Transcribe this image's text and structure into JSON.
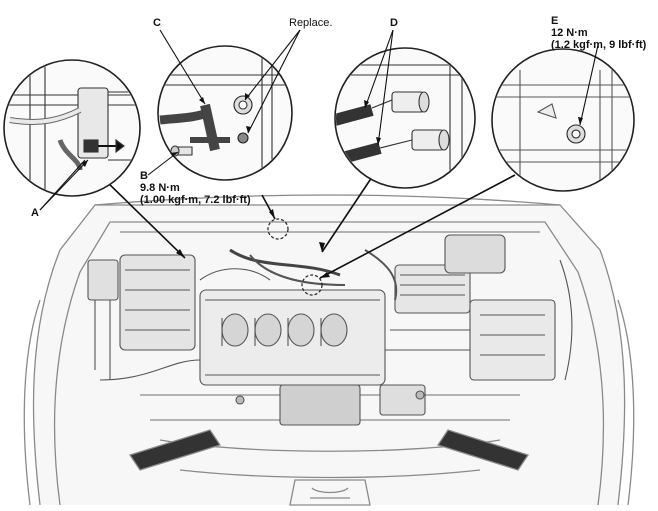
{
  "callouts": {
    "A": {
      "letter": "A"
    },
    "B": {
      "letter": "B",
      "torque": "9.8 N·m",
      "torque_alt": "(1.00 kgf·m, 7.2 lbf·ft)"
    },
    "C": {
      "letter": "C"
    },
    "D": {
      "letter": "D"
    },
    "E": {
      "letter": "E",
      "torque": "12 N·m",
      "torque_alt": "(1.2 kgf·m, 9 lbf·ft)"
    }
  },
  "replace_note": "Replace.",
  "colors": {
    "line": "#222222",
    "engine": "#555555",
    "body": "#8a8a8a",
    "fill": "#f2f2f2"
  }
}
